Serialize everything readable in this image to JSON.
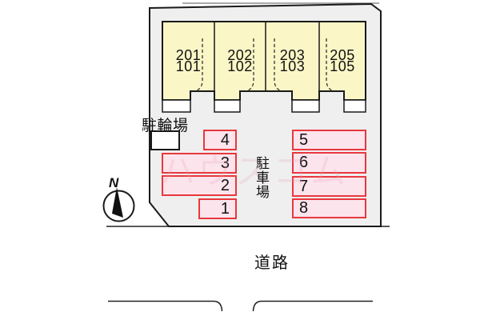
{
  "site": {
    "units": [
      {
        "upper": "201",
        "lower": "101"
      },
      {
        "upper": "202",
        "lower": "102"
      },
      {
        "upper": "203",
        "lower": "103"
      },
      {
        "upper": "205",
        "lower": "105"
      }
    ],
    "parking_left": [
      "4",
      "3",
      "2",
      "1"
    ],
    "parking_right": [
      "5",
      "6",
      "7",
      "8"
    ],
    "labels": {
      "bicycle_parking": "駐輪場",
      "parking_lot": "駐車場",
      "road": "道路",
      "compass_north": "N"
    },
    "watermark": "ハウスコム",
    "colors": {
      "site_fill": "#efefef",
      "unit_fill": "#faf6c6",
      "parking_fill": "#fce4ed",
      "parking_border": "#e8383d",
      "outline": "#1a1a1a"
    }
  }
}
